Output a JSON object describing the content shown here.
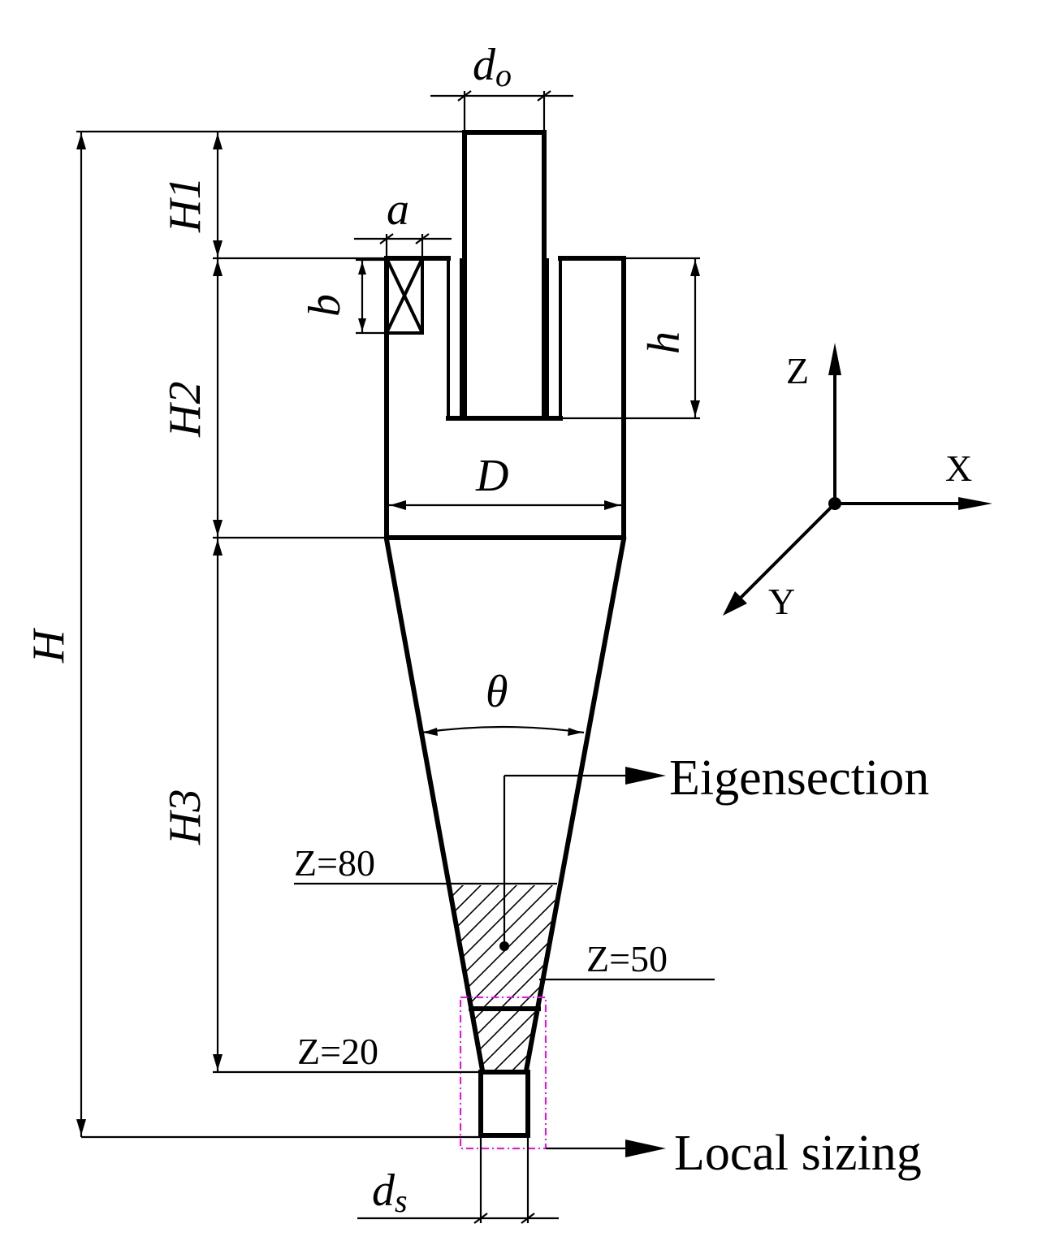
{
  "labels": {
    "d_o": "d",
    "d_o_sub": "o",
    "a": "a",
    "b": "b",
    "h": "h",
    "H": "H",
    "H1": "H1",
    "H2": "H2",
    "H3": "H3",
    "D": "D",
    "theta": "θ",
    "d_s": "d",
    "d_s_sub": "s"
  },
  "axes": {
    "z": "Z",
    "x": "X",
    "y": "Y"
  },
  "sections": {
    "z80": "Z=80",
    "z50": "Z=50",
    "z20": "Z=20"
  },
  "callouts": {
    "eigensection": "Eigensection",
    "local_sizing": "Local sizing"
  },
  "colors": {
    "line": "#000000",
    "highlight_box": "#ff00ff"
  }
}
